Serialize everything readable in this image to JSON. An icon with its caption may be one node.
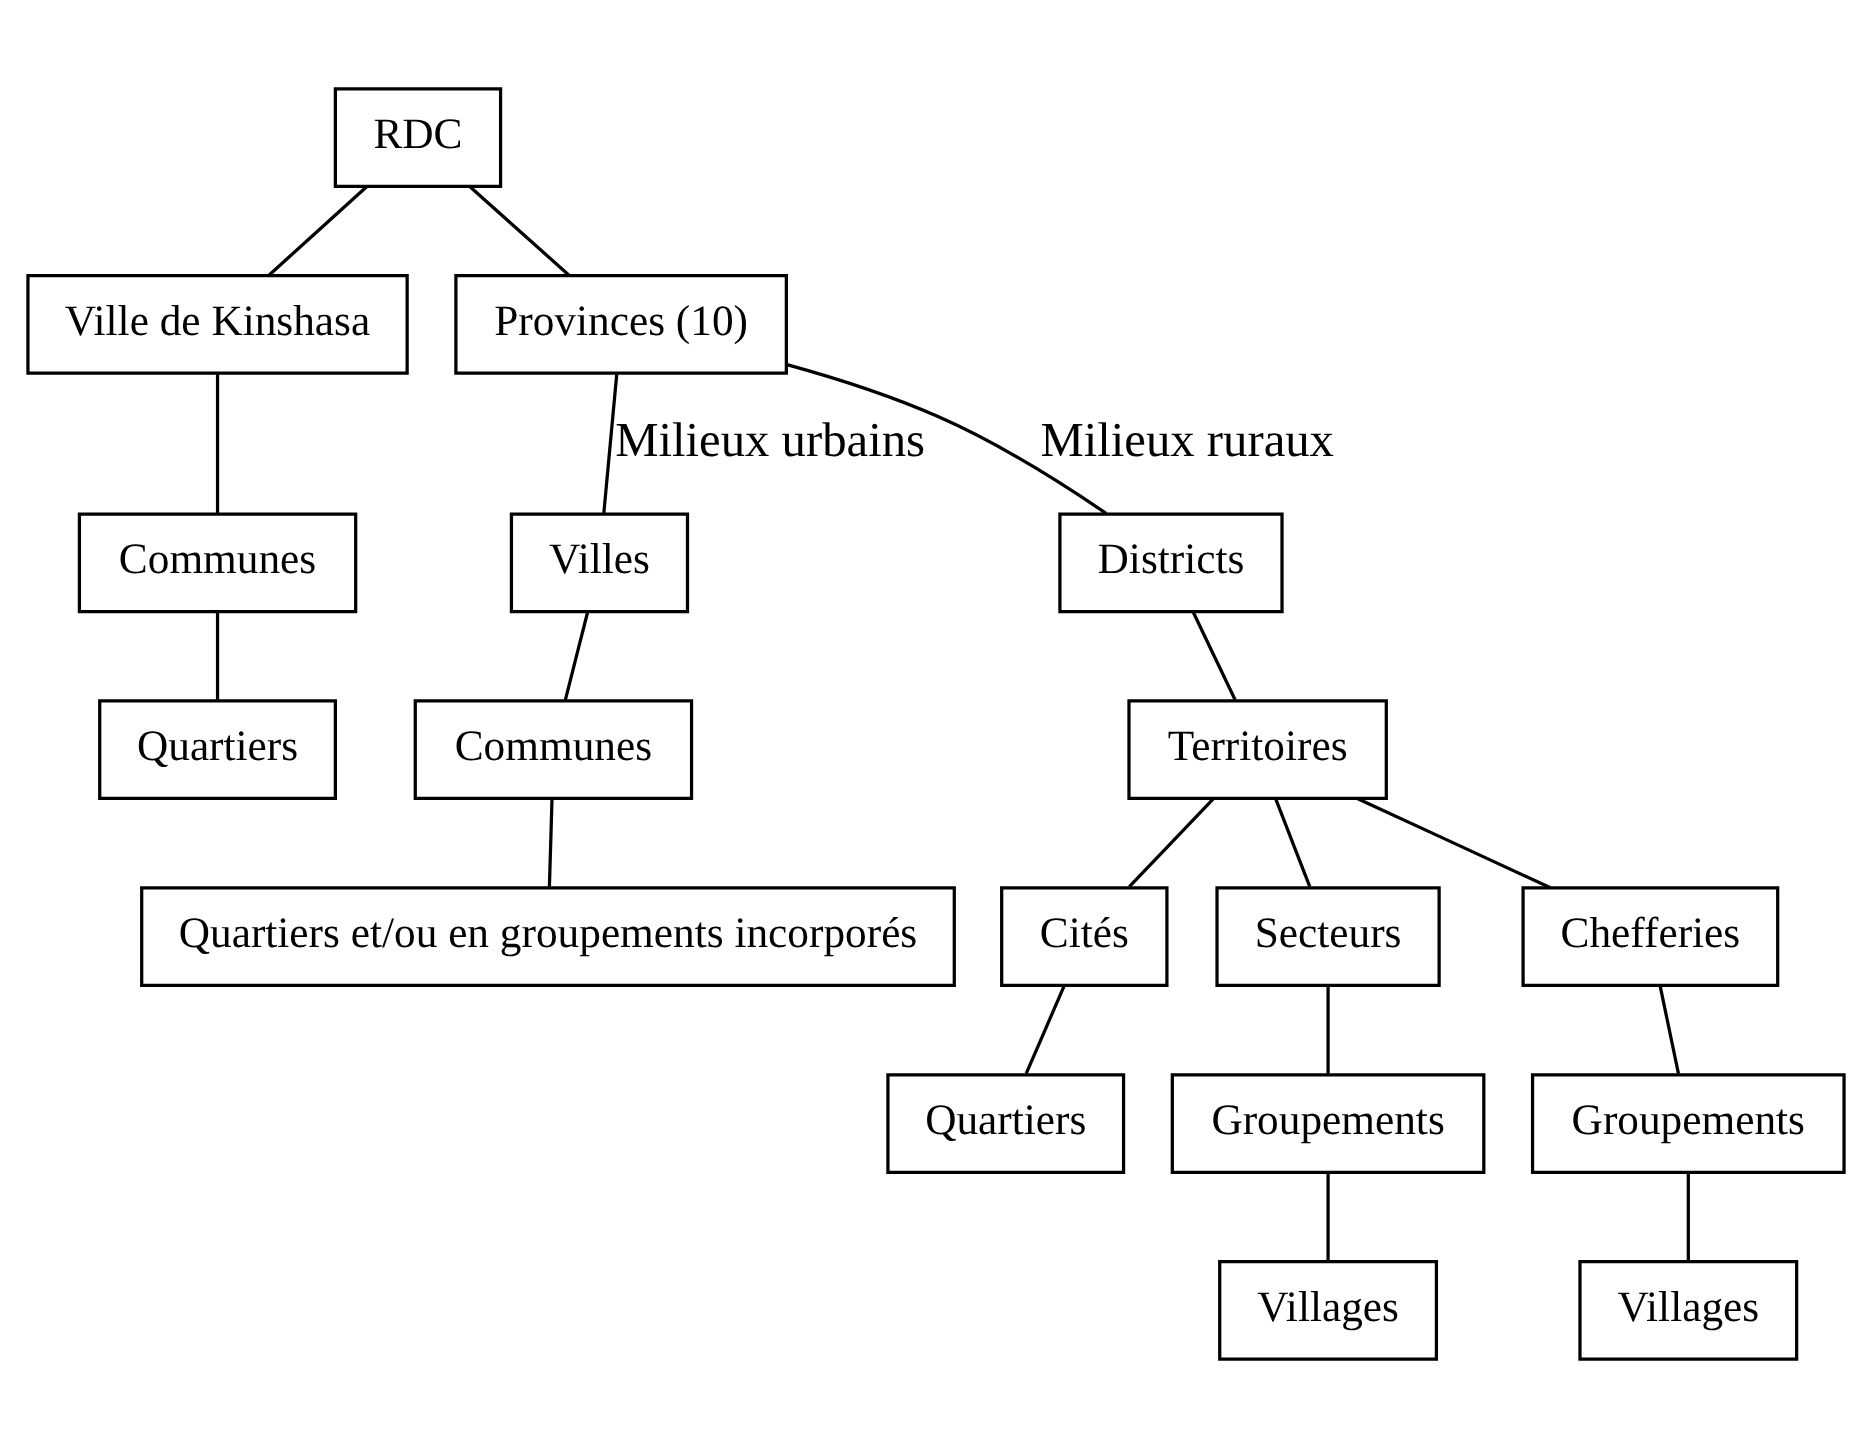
{
  "diagram": {
    "nodes": [
      {
        "text": [
          "RDC"
        ]
      },
      {
        "text": [
          "Ville de Kinshasa"
        ]
      },
      {
        "text": [
          "Provinces (10)"
        ]
      },
      {
        "text": [
          "Communes"
        ]
      },
      {
        "text": [
          "Quartiers"
        ]
      },
      {
        "text": [
          "Villes"
        ]
      },
      {
        "text": [
          "Districts"
        ]
      },
      {
        "text": [
          "Communes"
        ]
      },
      {
        "text": [
          "Territoires"
        ]
      },
      {
        "text": [
          "Quartiers et/ou en groupements incorporés"
        ]
      },
      {
        "text": [
          "Cités"
        ]
      },
      {
        "text": [
          "Secteurs"
        ]
      },
      {
        "text": [
          "Chefferies"
        ]
      },
      {
        "text": [
          "Quartiers"
        ]
      },
      {
        "text": [
          "Groupements"
        ]
      },
      {
        "text": [
          "Groupements"
        ]
      },
      {
        "text": [
          "Villages"
        ]
      },
      {
        "text": [
          "Villages"
        ]
      }
    ],
    "edges": [
      {
        "from": 0,
        "to": 1,
        "arrow": "none"
      },
      {
        "from": 0,
        "to": 2,
        "arrow": "none"
      },
      {
        "from": 1,
        "to": 3,
        "arrow": "none"
      },
      {
        "from": 3,
        "to": 4,
        "arrow": "none"
      },
      {
        "from": 2,
        "to": 5,
        "arrow": "none",
        "label": "Milieux urbains"
      },
      {
        "from": 2,
        "to": 6,
        "arrow": "none",
        "label": "Milieux ruraux"
      },
      {
        "from": 5,
        "to": 7,
        "arrow": "none"
      },
      {
        "from": 6,
        "to": 8,
        "arrow": "none"
      },
      {
        "from": 7,
        "to": 9,
        "arrow": "none"
      },
      {
        "from": 8,
        "to": 10,
        "arrow": "none"
      },
      {
        "from": 8,
        "to": 11,
        "arrow": "none"
      },
      {
        "from": 8,
        "to": 12,
        "arrow": "none"
      },
      {
        "from": 10,
        "to": 13,
        "arrow": "none"
      },
      {
        "from": 11,
        "to": 14,
        "arrow": "none"
      },
      {
        "from": 12,
        "to": 15,
        "arrow": "none"
      },
      {
        "from": 14,
        "to": 16,
        "arrow": "none"
      },
      {
        "from": 15,
        "to": 17,
        "arrow": "none"
      }
    ]
  }
}
